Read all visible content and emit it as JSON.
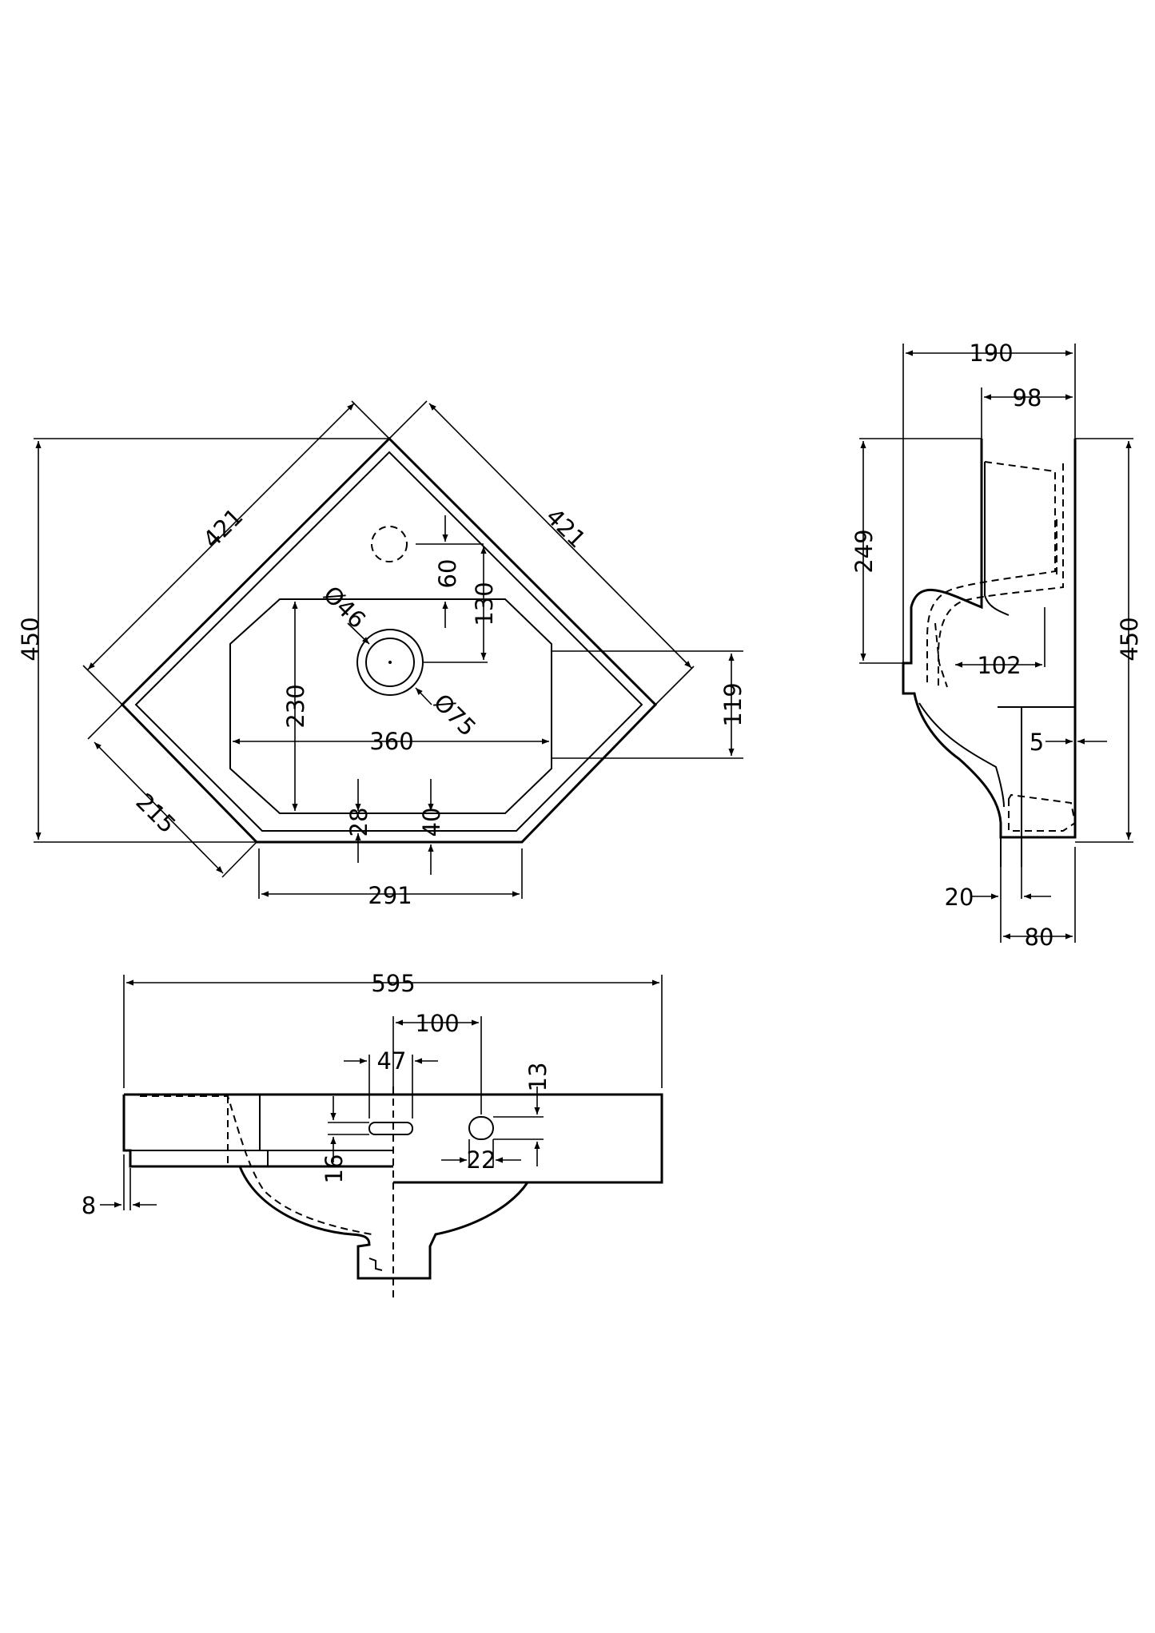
{
  "plan_view": {
    "side_left": "421",
    "side_right": "421",
    "overall_height": "450",
    "front_edge": "291",
    "angled_side": "215",
    "bowl_width": "360",
    "bowl_depth": "230",
    "tap_hole_offset": "60",
    "tap_to_waste": "130",
    "waste_outer_dia": "Ø75",
    "waste_inner_dia": "Ø46",
    "side_depth": "119",
    "front_rim": "28",
    "front_gap": "40"
  },
  "side_view": {
    "overall_depth": "190",
    "bowl_projection": "98",
    "rim_height": "249",
    "overall_height": "450",
    "waste_offset": "102",
    "wall_gap": "5",
    "base_gap": "20",
    "base_width": "80"
  },
  "front_view": {
    "overall_width": "595",
    "hole_spacing": "100",
    "hole_width": "47",
    "hole_height": "13",
    "slot_width": "22",
    "slot_depth": "16",
    "edge_offset": "8"
  }
}
